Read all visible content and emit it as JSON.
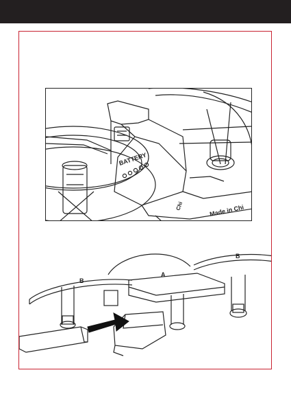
{
  "illustration_top": {
    "label_battery": "BATTERY",
    "label_ch": "Chi",
    "label_made": "Made in Chi"
  },
  "illustration_bottom": {
    "label_a": "A",
    "label_b_left": "B",
    "label_b_right": "B"
  },
  "colors": {
    "topbar": "#231f20",
    "frame_border": "#c8202f"
  }
}
